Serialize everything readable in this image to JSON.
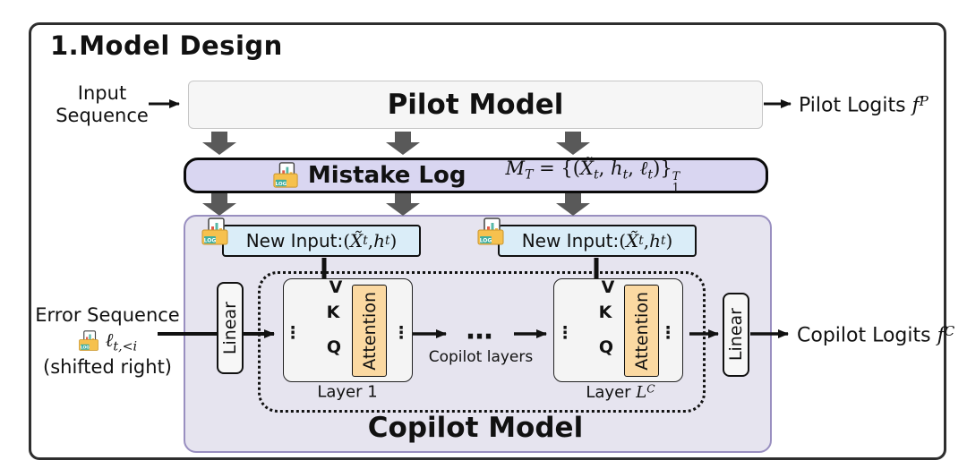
{
  "title": "1.Model Design",
  "colors": {
    "frame_border": "#2e2e2e",
    "mistake_fill": "#d9d6f1",
    "copilot_fill": "#e6e4ef",
    "copilot_border": "#998fc0",
    "new_input_fill": "#daedf8",
    "attention_fill": "#fbd9a2",
    "block_arrow": "#595959"
  },
  "input": {
    "line1": "Input",
    "line2": "Sequence"
  },
  "pilot_model": {
    "label": "Pilot Model"
  },
  "pilot_logits": {
    "label": "Pilot Logits ",
    "f": "f",
    "sup": "P"
  },
  "mistake_log": {
    "label": "Mistake Log",
    "formula": {
      "M": "M",
      "M_sub": "T",
      "eq": " = ",
      "open": "{(",
      "X": "X̃",
      "X_sub": "t",
      "c1": ", ",
      "h": "h",
      "h_sub": "t",
      "c2": ", ",
      "ell": "ℓ",
      "ell_sub": "t",
      "close": ")}",
      "sup": "T",
      "sub": "1"
    }
  },
  "new_input": {
    "label": "New Input: ",
    "open": "(",
    "X": "X̃",
    "X_sub": "t",
    "comma": ", ",
    "h": "h",
    "h_sub": "t",
    "close": ")"
  },
  "error_sequence": {
    "line1": "Error Sequence",
    "ell": "ℓ",
    "ell_sub": "t,<i",
    "line3": "(shifted right)"
  },
  "copilot": {
    "model_label": "Copilot Model",
    "linear_label": "Linear",
    "attention_label": "Attention",
    "v": "V",
    "k": "K",
    "q": "Q",
    "vdots": "⋮",
    "hdots": "…",
    "layer1_label": "Layer 1",
    "layerL": {
      "prefix": "Layer ",
      "L": "L",
      "sup": "C"
    },
    "layers_label": "Copilot layers"
  },
  "copilot_logits": {
    "label": "Copilot Logits ",
    "f": "f",
    "sup": "C"
  }
}
